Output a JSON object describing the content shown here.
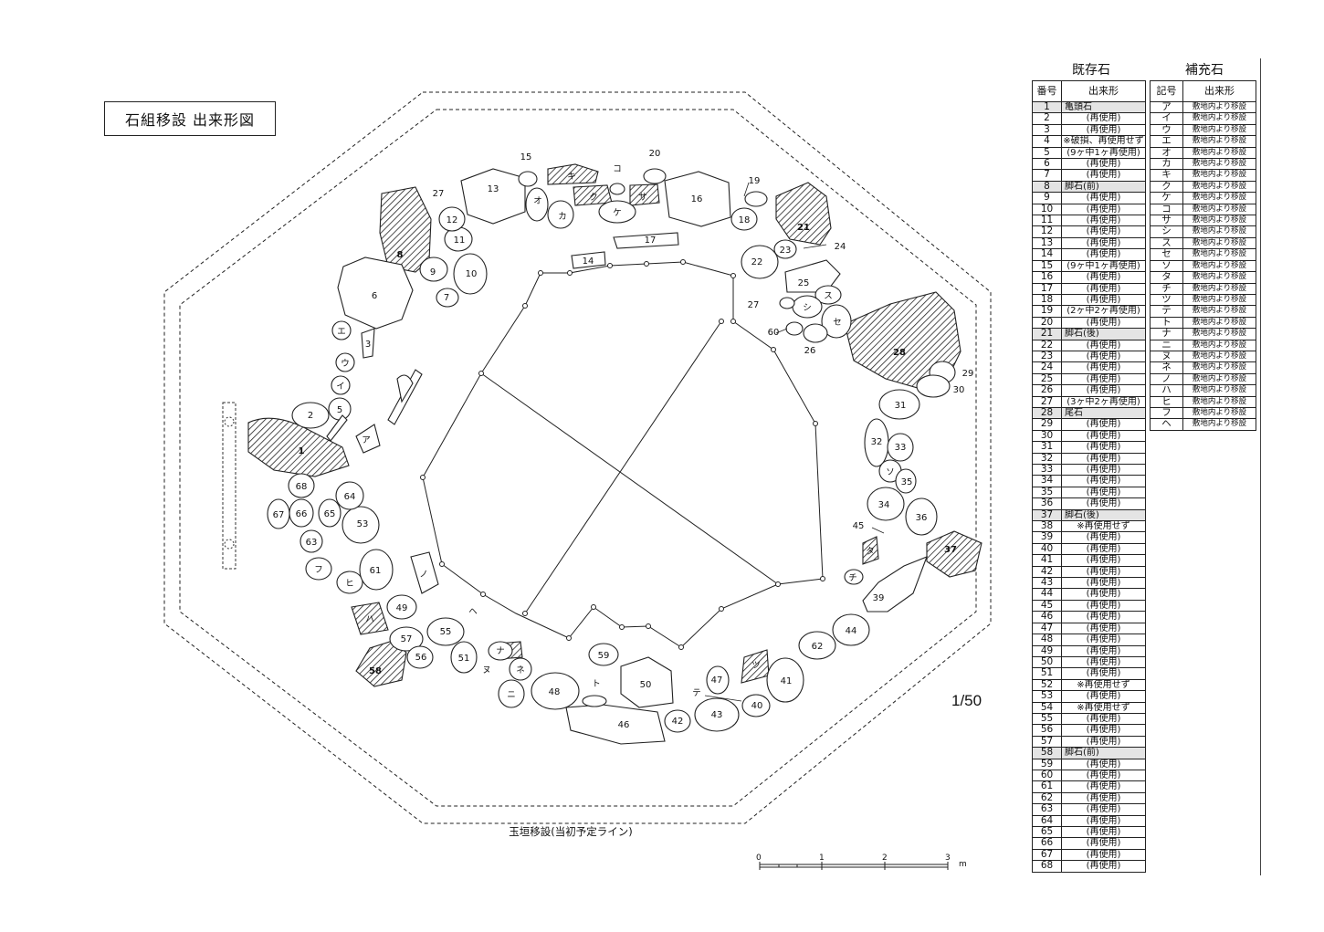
{
  "drawing": {
    "title": "石組移設 出来形図",
    "scale_label": "1/50",
    "perimeter_caption": "玉垣移設(当初予定ライン)",
    "scale_bar": {
      "ticks": [
        "0",
        "1",
        "2",
        "3"
      ],
      "unit": "m"
    }
  },
  "existing_table": {
    "title": "既存石",
    "col_number": "番号",
    "col_form": "出来形",
    "rows": [
      {
        "n": "1",
        "v": "亀頭石",
        "hl": true
      },
      {
        "n": "2",
        "v": "(再使用)"
      },
      {
        "n": "3",
        "v": "(再使用)"
      },
      {
        "n": "4",
        "v": "※破損、再使用せず"
      },
      {
        "n": "5",
        "v": "(9ヶ中1ヶ再使用)"
      },
      {
        "n": "6",
        "v": "(再使用)"
      },
      {
        "n": "7",
        "v": "(再使用)"
      },
      {
        "n": "8",
        "v": "脚石(前)",
        "hl": true
      },
      {
        "n": "9",
        "v": "(再使用)"
      },
      {
        "n": "10",
        "v": "(再使用)"
      },
      {
        "n": "11",
        "v": "(再使用)"
      },
      {
        "n": "12",
        "v": "(再使用)"
      },
      {
        "n": "13",
        "v": "(再使用)"
      },
      {
        "n": "14",
        "v": "(再使用)"
      },
      {
        "n": "15",
        "v": "(9ヶ中1ヶ再使用)"
      },
      {
        "n": "16",
        "v": "(再使用)"
      },
      {
        "n": "17",
        "v": "(再使用)"
      },
      {
        "n": "18",
        "v": "(再使用)"
      },
      {
        "n": "19",
        "v": "(2ヶ中2ヶ再使用)"
      },
      {
        "n": "20",
        "v": "(再使用)"
      },
      {
        "n": "21",
        "v": "脚石(後)",
        "hl": true
      },
      {
        "n": "22",
        "v": "(再使用)"
      },
      {
        "n": "23",
        "v": "(再使用)"
      },
      {
        "n": "24",
        "v": "(再使用)"
      },
      {
        "n": "25",
        "v": "(再使用)"
      },
      {
        "n": "26",
        "v": "(再使用)"
      },
      {
        "n": "27",
        "v": "(3ヶ中2ヶ再使用)"
      },
      {
        "n": "28",
        "v": "尾石",
        "hl": true
      },
      {
        "n": "29",
        "v": "(再使用)"
      },
      {
        "n": "30",
        "v": "(再使用)"
      },
      {
        "n": "31",
        "v": "(再使用)"
      },
      {
        "n": "32",
        "v": "(再使用)"
      },
      {
        "n": "33",
        "v": "(再使用)"
      },
      {
        "n": "34",
        "v": "(再使用)"
      },
      {
        "n": "35",
        "v": "(再使用)"
      },
      {
        "n": "36",
        "v": "(再使用)"
      },
      {
        "n": "37",
        "v": "脚石(後)",
        "hl": true
      },
      {
        "n": "38",
        "v": "※再使用せず"
      },
      {
        "n": "39",
        "v": "(再使用)"
      },
      {
        "n": "40",
        "v": "(再使用)"
      },
      {
        "n": "41",
        "v": "(再使用)"
      },
      {
        "n": "42",
        "v": "(再使用)"
      },
      {
        "n": "43",
        "v": "(再使用)"
      },
      {
        "n": "44",
        "v": "(再使用)"
      },
      {
        "n": "45",
        "v": "(再使用)"
      },
      {
        "n": "46",
        "v": "(再使用)"
      },
      {
        "n": "47",
        "v": "(再使用)"
      },
      {
        "n": "48",
        "v": "(再使用)"
      },
      {
        "n": "49",
        "v": "(再使用)"
      },
      {
        "n": "50",
        "v": "(再使用)"
      },
      {
        "n": "51",
        "v": "(再使用)"
      },
      {
        "n": "52",
        "v": "※再使用せず"
      },
      {
        "n": "53",
        "v": "(再使用)"
      },
      {
        "n": "54",
        "v": "※再使用せず"
      },
      {
        "n": "55",
        "v": "(再使用)"
      },
      {
        "n": "56",
        "v": "(再使用)"
      },
      {
        "n": "57",
        "v": "(再使用)"
      },
      {
        "n": "58",
        "v": "脚石(前)",
        "hl": true
      },
      {
        "n": "59",
        "v": "(再使用)"
      },
      {
        "n": "60",
        "v": "(再使用)"
      },
      {
        "n": "61",
        "v": "(再使用)"
      },
      {
        "n": "62",
        "v": "(再使用)"
      },
      {
        "n": "63",
        "v": "(再使用)"
      },
      {
        "n": "64",
        "v": "(再使用)"
      },
      {
        "n": "65",
        "v": "(再使用)"
      },
      {
        "n": "66",
        "v": "(再使用)"
      },
      {
        "n": "67",
        "v": "(再使用)"
      },
      {
        "n": "68",
        "v": "(再使用)"
      }
    ]
  },
  "supplement_table": {
    "title": "補充石",
    "col_symbol": "記号",
    "col_form": "出来形",
    "rows": [
      {
        "s": "ア",
        "v": "敷地内より移設"
      },
      {
        "s": "イ",
        "v": "敷地内より移設"
      },
      {
        "s": "ウ",
        "v": "敷地内より移設"
      },
      {
        "s": "エ",
        "v": "敷地内より移設"
      },
      {
        "s": "オ",
        "v": "敷地内より移設"
      },
      {
        "s": "カ",
        "v": "敷地内より移設"
      },
      {
        "s": "キ",
        "v": "敷地内より移設"
      },
      {
        "s": "ク",
        "v": "敷地内より移設"
      },
      {
        "s": "ケ",
        "v": "敷地内より移設"
      },
      {
        "s": "コ",
        "v": "敷地内より移設"
      },
      {
        "s": "サ",
        "v": "敷地内より移設"
      },
      {
        "s": "シ",
        "v": "敷地内より移設"
      },
      {
        "s": "ス",
        "v": "敷地内より移設"
      },
      {
        "s": "セ",
        "v": "敷地内より移設"
      },
      {
        "s": "ソ",
        "v": "敷地内より移設"
      },
      {
        "s": "タ",
        "v": "敷地内より移設"
      },
      {
        "s": "チ",
        "v": "敷地内より移設"
      },
      {
        "s": "ツ",
        "v": "敷地内より移設"
      },
      {
        "s": "テ",
        "v": "敷地内より移設"
      },
      {
        "s": "ト",
        "v": "敷地内より移設"
      },
      {
        "s": "ナ",
        "v": "敷地内より移設"
      },
      {
        "s": "ニ",
        "v": "敷地内より移設"
      },
      {
        "s": "ヌ",
        "v": "敷地内より移設"
      },
      {
        "s": "ネ",
        "v": "敷地内より移設"
      },
      {
        "s": "ノ",
        "v": "敷地内より移設"
      },
      {
        "s": "ハ",
        "v": "敷地内より移設"
      },
      {
        "s": "ヒ",
        "v": "敷地内より移設"
      },
      {
        "s": "フ",
        "v": "敷地内より移設"
      },
      {
        "s": "ヘ",
        "v": "敷地内より移設"
      }
    ]
  },
  "stone_labels": {
    "1": "1",
    "2": "2",
    "3": "3",
    "5": "5",
    "6": "6",
    "7": "7",
    "8": "8",
    "9": "9",
    "10": "10",
    "11": "11",
    "12": "12",
    "13": "13",
    "14": "14",
    "15": "15",
    "16": "16",
    "17": "17",
    "18": "18",
    "19": "19",
    "20": "20",
    "21": "21",
    "22": "22",
    "23": "23",
    "24": "24",
    "25": "25",
    "26": "26",
    "27": "27",
    "28": "28",
    "29": "29",
    "30": "30",
    "31": "31",
    "32": "32",
    "33": "33",
    "34": "34",
    "35": "35",
    "36": "36",
    "37": "37",
    "39": "39",
    "40": "40",
    "41": "41",
    "42": "42",
    "43": "43",
    "44": "44",
    "45": "45",
    "46": "46",
    "47": "47",
    "48": "48",
    "49": "49",
    "50": "50",
    "51": "51",
    "53": "53",
    "55": "55",
    "56": "56",
    "57": "57",
    "58": "58",
    "59": "59",
    "60": "60",
    "61": "61",
    "62": "62",
    "63": "63",
    "64": "64",
    "65": "65",
    "66": "66",
    "67": "67",
    "68": "68",
    "a": "ア",
    "i": "イ",
    "u": "ウ",
    "e": "エ",
    "o": "オ",
    "ka": "カ",
    "ki": "キ",
    "ku": "ク",
    "ke": "ケ",
    "ko": "コ",
    "sa": "サ",
    "shi": "シ",
    "su": "ス",
    "se": "セ",
    "so": "ソ",
    "ta": "タ",
    "chi": "チ",
    "tsu": "ツ",
    "te": "テ",
    "to": "ト",
    "na": "ナ",
    "ni": "ニ",
    "nu": "ヌ",
    "ne": "ネ",
    "no": "ノ",
    "ha": "ハ",
    "hi": "ヒ",
    "fu": "フ",
    "he": "ヘ"
  }
}
